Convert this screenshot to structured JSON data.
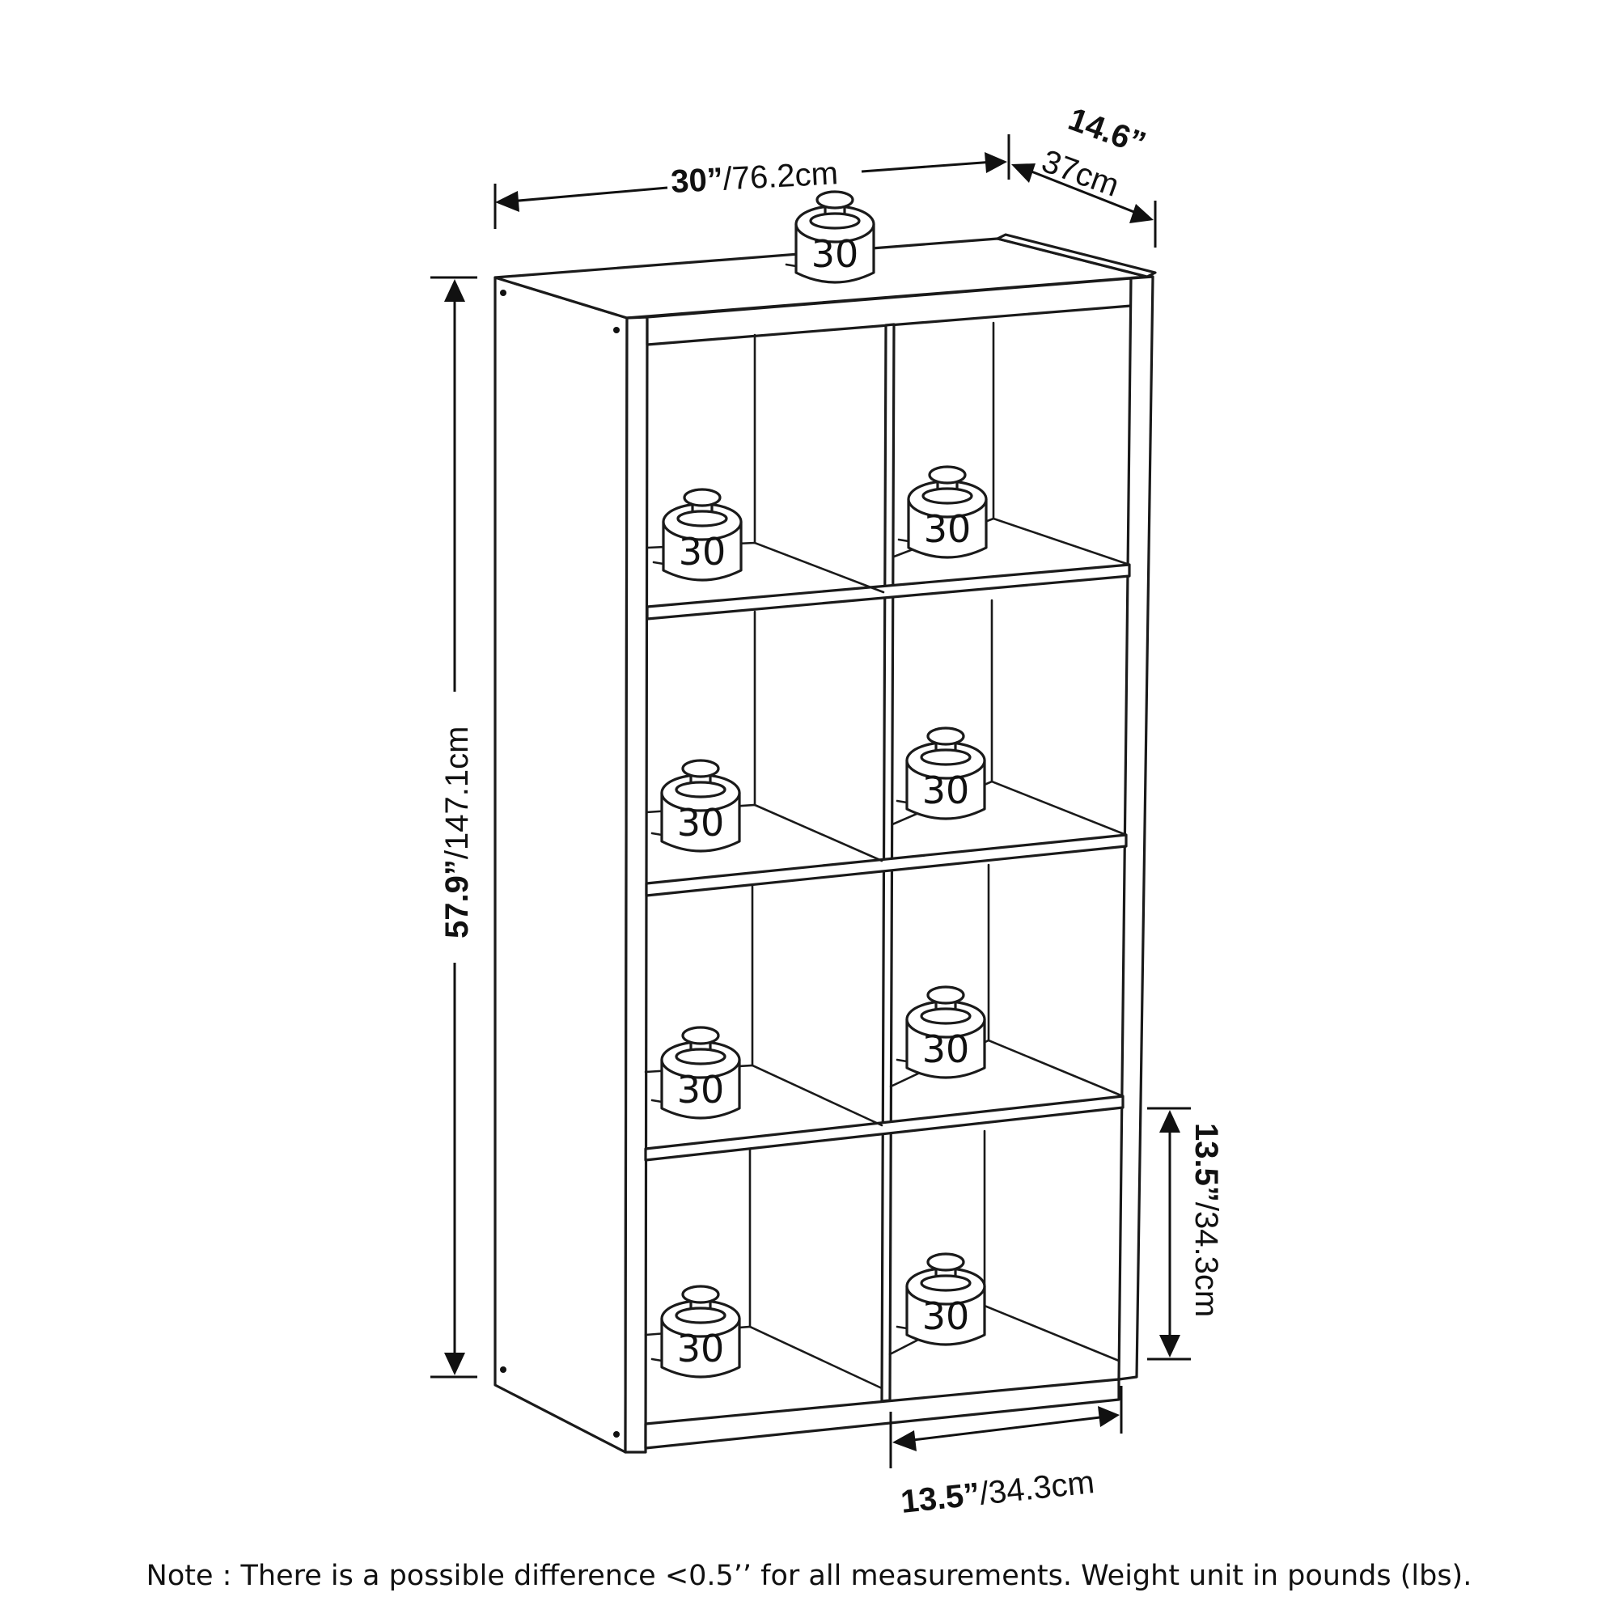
{
  "dimensions": {
    "width": {
      "imperial": "30”",
      "metric": "/76.2cm"
    },
    "depth": {
      "imperial": "14.6”",
      "metric": "37cm"
    },
    "height": {
      "imperial": "57.9”",
      "metric": "/147.1cm"
    },
    "cube_height": {
      "imperial": "13.5”",
      "metric": "/34.3cm"
    },
    "cube_width": {
      "imperial": "13.5”",
      "metric": "/34.3cm"
    }
  },
  "weights": {
    "top": "30",
    "shelves": [
      "30",
      "30",
      "30",
      "30",
      "30",
      "30",
      "30",
      "30"
    ]
  },
  "note": "Note : There is a possible difference <0.5’’ for all measurements. Weight unit in pounds (lbs)."
}
